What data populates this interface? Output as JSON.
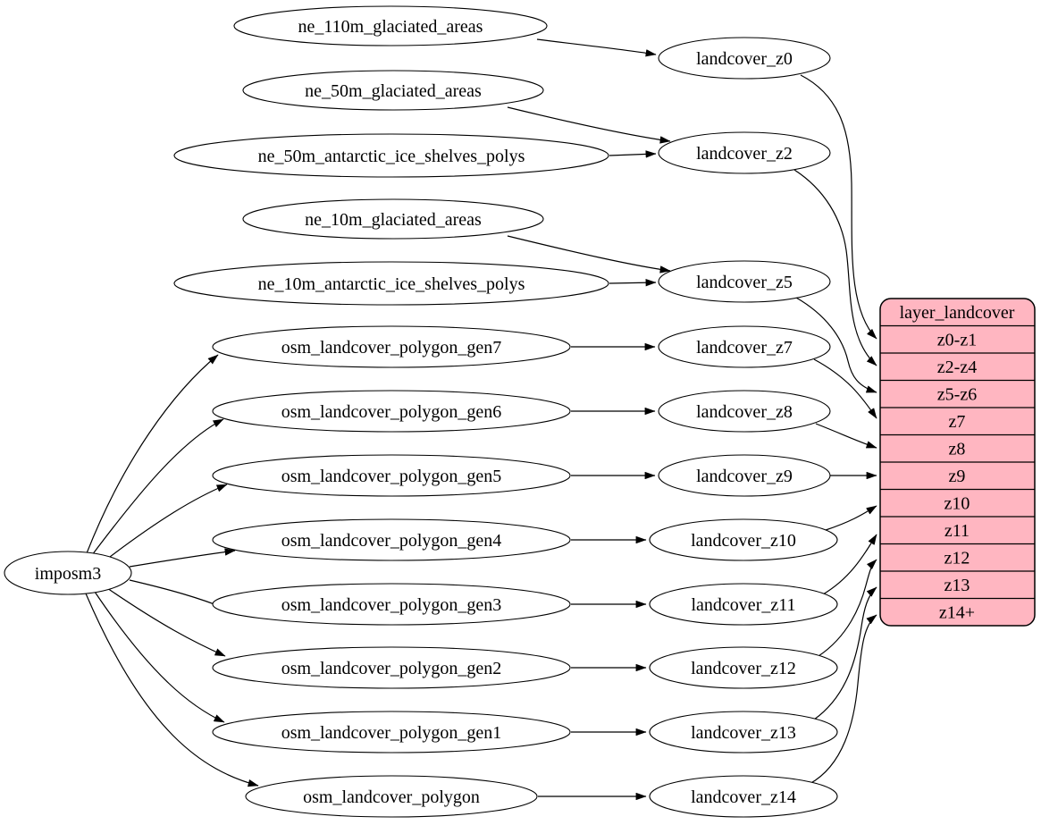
{
  "diagram": {
    "imposm3": "imposm3",
    "sources": [
      "ne_110m_glaciated_areas",
      "ne_50m_glaciated_areas",
      "ne_50m_antarctic_ice_shelves_polys",
      "ne_10m_glaciated_areas",
      "ne_10m_antarctic_ice_shelves_polys",
      "osm_landcover_polygon_gen7",
      "osm_landcover_polygon_gen6",
      "osm_landcover_polygon_gen5",
      "osm_landcover_polygon_gen4",
      "osm_landcover_polygon_gen3",
      "osm_landcover_polygon_gen2",
      "osm_landcover_polygon_gen1",
      "osm_landcover_polygon"
    ],
    "transforms": [
      "landcover_z0",
      "landcover_z2",
      "landcover_z5",
      "landcover_z7",
      "landcover_z8",
      "landcover_z9",
      "landcover_z10",
      "landcover_z11",
      "landcover_z12",
      "landcover_z13",
      "landcover_z14"
    ],
    "table": {
      "title": "layer_landcover",
      "fill": "#ffb6c1",
      "rows": [
        "z0-z1",
        "z2-z4",
        "z5-z6",
        "z7",
        "z8",
        "z9",
        "z10",
        "z11",
        "z12",
        "z13",
        "z14+"
      ]
    },
    "colors": {
      "node_fill": "#ffffff",
      "stroke": "#000000",
      "table_fill": "#ffb6c1"
    },
    "edges": [
      {
        "from": "imposm3",
        "to": "osm_landcover_polygon_gen7"
      },
      {
        "from": "imposm3",
        "to": "osm_landcover_polygon_gen6"
      },
      {
        "from": "imposm3",
        "to": "osm_landcover_polygon_gen5"
      },
      {
        "from": "imposm3",
        "to": "osm_landcover_polygon_gen4"
      },
      {
        "from": "imposm3",
        "to": "osm_landcover_polygon_gen3"
      },
      {
        "from": "imposm3",
        "to": "osm_landcover_polygon_gen2"
      },
      {
        "from": "imposm3",
        "to": "osm_landcover_polygon_gen1"
      },
      {
        "from": "imposm3",
        "to": "osm_landcover_polygon"
      },
      {
        "from": "ne_110m_glaciated_areas",
        "to": "landcover_z0"
      },
      {
        "from": "ne_50m_glaciated_areas",
        "to": "landcover_z2"
      },
      {
        "from": "ne_50m_antarctic_ice_shelves_polys",
        "to": "landcover_z2"
      },
      {
        "from": "ne_10m_glaciated_areas",
        "to": "landcover_z5"
      },
      {
        "from": "ne_10m_antarctic_ice_shelves_polys",
        "to": "landcover_z5"
      },
      {
        "from": "osm_landcover_polygon_gen7",
        "to": "landcover_z7"
      },
      {
        "from": "osm_landcover_polygon_gen6",
        "to": "landcover_z8"
      },
      {
        "from": "osm_landcover_polygon_gen5",
        "to": "landcover_z9"
      },
      {
        "from": "osm_landcover_polygon_gen4",
        "to": "landcover_z10"
      },
      {
        "from": "osm_landcover_polygon_gen3",
        "to": "landcover_z11"
      },
      {
        "from": "osm_landcover_polygon_gen2",
        "to": "landcover_z12"
      },
      {
        "from": "osm_landcover_polygon_gen1",
        "to": "landcover_z13"
      },
      {
        "from": "osm_landcover_polygon",
        "to": "landcover_z14"
      },
      {
        "from": "landcover_z0",
        "to": "layer_landcover:z0-z1"
      },
      {
        "from": "landcover_z2",
        "to": "layer_landcover:z2-z4"
      },
      {
        "from": "landcover_z5",
        "to": "layer_landcover:z5-z6"
      },
      {
        "from": "landcover_z7",
        "to": "layer_landcover:z7"
      },
      {
        "from": "landcover_z8",
        "to": "layer_landcover:z8"
      },
      {
        "from": "landcover_z9",
        "to": "layer_landcover:z9"
      },
      {
        "from": "landcover_z10",
        "to": "layer_landcover:z10"
      },
      {
        "from": "landcover_z11",
        "to": "layer_landcover:z11"
      },
      {
        "from": "landcover_z12",
        "to": "layer_landcover:z12"
      },
      {
        "from": "landcover_z13",
        "to": "layer_landcover:z13"
      },
      {
        "from": "landcover_z14",
        "to": "layer_landcover:z14+"
      }
    ]
  }
}
